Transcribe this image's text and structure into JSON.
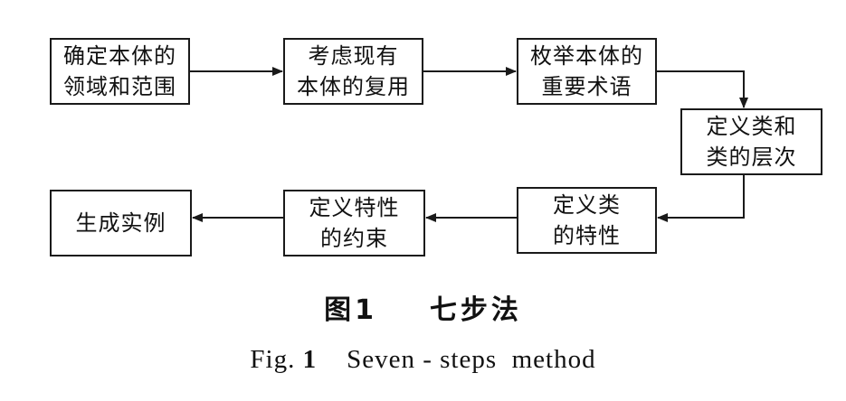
{
  "steps": [
    {
      "label": "确定本体的\n领域和范围"
    },
    {
      "label": "考虑现有\n本体的复用"
    },
    {
      "label": "枚举本体的\n重要术语"
    },
    {
      "label": "定义类和\n类的层次"
    },
    {
      "label": "定义类\n的特性"
    },
    {
      "label": "定义特性\n的约束"
    },
    {
      "label": "生成实例"
    }
  ],
  "caption": {
    "cn_prefix": "图",
    "cn_number": "1",
    "cn_title": "七步法",
    "en_prefix": "Fig.",
    "en_number": "1",
    "en_title": "Seven - steps  method"
  }
}
